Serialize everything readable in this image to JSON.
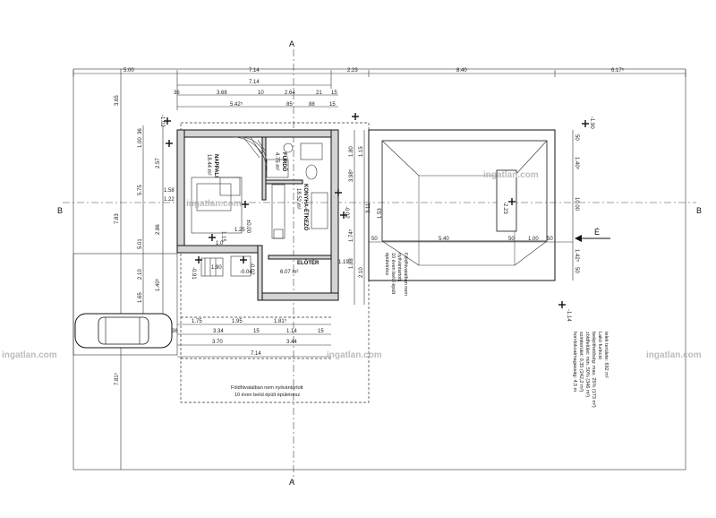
{
  "watermark": {
    "text": "ingatlan.com"
  },
  "section_markers": {
    "a_top": "A",
    "a_bottom": "A",
    "b_left": "B",
    "b_right": "B"
  },
  "north_label": "É",
  "dimensions": {
    "top_row1": [
      "5.00",
      "7.14",
      "2.23",
      "8.40",
      "6.17⁵"
    ],
    "top_row2": [
      "7.14"
    ],
    "top_row3": [
      "36",
      "3.68",
      "10",
      "2.64",
      "21",
      "15"
    ],
    "top_row4": [
      "5.42⁵",
      "85",
      "88",
      "15"
    ],
    "left_outer": [
      "3.65",
      "7.83",
      "7.81⁵"
    ],
    "left_inner": [
      "36",
      "1.00",
      "2.57",
      "5.75",
      "1.58",
      "1.22",
      "5.01",
      "2.86",
      "2.10",
      "1.65",
      "1.40⁵",
      "96"
    ],
    "bottom_rows": [
      "1.75",
      "1.95",
      "1.81⁵",
      "3.34",
      "15",
      "1.14",
      "15",
      "3.70",
      "3.44",
      "7.14",
      "36"
    ],
    "right_inner": [
      "1.80",
      "1.15",
      "3.98⁵",
      "3.11",
      "1.53",
      "1.74⁵",
      "1.88",
      "2.10",
      "1.19"
    ],
    "garage": [
      "5.40",
      "50",
      "50",
      "1.00",
      "50",
      "1.40⁵",
      "1.42⁵",
      "10.00",
      "-2.23",
      "50",
      "50"
    ],
    "levels": [
      "-1.02",
      "-1.90",
      "-0.91",
      "-0.02",
      "-0.02",
      "±0.00",
      "-0.04",
      "-1.14"
    ],
    "stair": [
      "1.15",
      "1.0",
      "1.90",
      "1.25"
    ]
  },
  "rooms": [
    {
      "name": "NAPPALI",
      "area": "18.44 m²"
    },
    {
      "name": "FÜRDŐ",
      "area": "4.75 m²"
    },
    {
      "name": "KONYHA-ÉTKEZŐ",
      "area": "18.52 m²"
    },
    {
      "name": "ELŐTÉR",
      "area": "6.07 m²"
    }
  ],
  "notes": {
    "note_unregistered": [
      "Földhivatalban nem nyilvántartott",
      "10 éven belül épült épületrész"
    ],
    "note_side": [
      "Földhivatalban nem",
      "nyilvántartott,",
      "10 éven belül épült",
      "épületrész"
    ],
    "note_stats": [
      "telek területe: 692 m²",
      "Lakó funkció",
      "beépíthetőség: max. 25% (173 m²)",
      "zöldfelület: min. 50% (346 m²)",
      "szintterület: 0,35 (242,2 m²)",
      "homlokzatmagasság: 4,5 m"
    ]
  }
}
